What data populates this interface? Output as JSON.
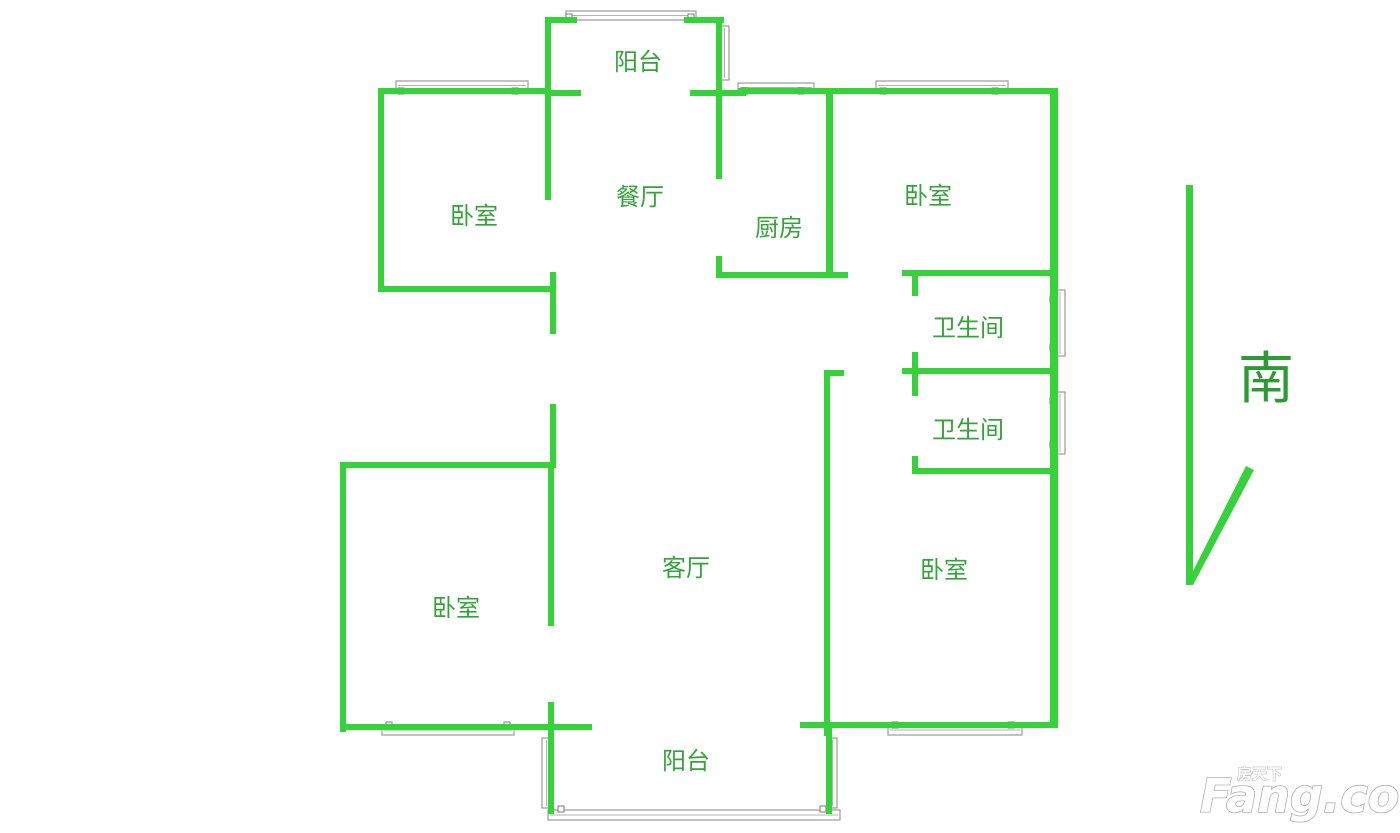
{
  "rooms": {
    "balcony_north": "阳台",
    "dining_room": "餐厅",
    "kitchen": "厨房",
    "bedroom_northwest": "卧室",
    "bedroom_northeast": "卧室",
    "bathroom_upper": "卫生间",
    "bathroom_lower": "卫生间",
    "living_room": "客厅",
    "bedroom_southwest": "卧室",
    "bedroom_southeast": "卧室",
    "balcony_south": "阳台"
  },
  "compass": {
    "label": "南"
  },
  "watermark": {
    "brand_cn": "房天下",
    "brand_en": "Fang.com"
  },
  "colors": {
    "wall": "#36d23a",
    "label": "#34a33a"
  }
}
